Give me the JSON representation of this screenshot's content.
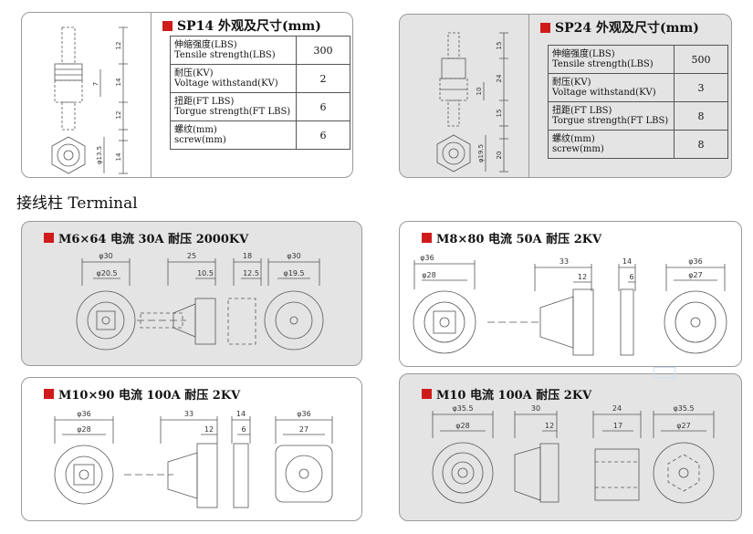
{
  "sp14": {
    "title": "SP14 外观及尺寸(mm)",
    "rows": [
      {
        "cn": "伸缩强度(LBS)",
        "en": "Tensile strength(LBS)",
        "value": "300"
      },
      {
        "cn": "耐压(KV)",
        "en": "Voltage withstand(KV)",
        "value": "2"
      },
      {
        "cn": "扭距(FT LBS)",
        "en": "Torgue strength(FT LBS)",
        "value": "6"
      },
      {
        "cn": "螺纹(mm)",
        "en": "screw(mm)",
        "value": "6"
      }
    ],
    "dims": [
      "12",
      "14",
      "7",
      "12",
      "φ13.5",
      "14"
    ]
  },
  "sp24": {
    "title": "SP24 外观及尺寸(mm)",
    "rows": [
      {
        "cn": "伸缩强度(LBS)",
        "en": "Tensile strength(LBS)",
        "value": "500"
      },
      {
        "cn": "耐压(KV)",
        "en": "Voltage withstand(KV)",
        "value": "3"
      },
      {
        "cn": "扭距(FT LBS)",
        "en": "Torgue strength(FT LBS)",
        "value": "8"
      },
      {
        "cn": "螺纹(mm)",
        "en": "screw(mm)",
        "value": "8"
      }
    ],
    "dims": [
      "15",
      "24",
      "10",
      "15",
      "φ19.5",
      "20"
    ]
  },
  "section_title": "接线柱 Terminal",
  "terminals": [
    {
      "title": "M6×64 电流 30A 耐压 2000KV",
      "dims": [
        "φ30",
        "φ20.5",
        "25",
        "10.5",
        "18",
        "12.5",
        "φ30",
        "φ19.5"
      ]
    },
    {
      "title": "M8×80 电流 50A 耐压 2KV",
      "dims": [
        "φ36",
        "φ28",
        "33",
        "12",
        "14",
        "6",
        "φ36",
        "φ27"
      ]
    },
    {
      "title": "M10×90 电流 100A 耐压 2KV",
      "dims": [
        "φ36",
        "φ28",
        "33",
        "12",
        "14",
        "6",
        "φ36",
        "27"
      ]
    },
    {
      "title": "M10 电流 100A 耐压 2KV",
      "dims": [
        "φ35.5",
        "φ28",
        "30",
        "12",
        "24",
        "17",
        "φ35.5",
        "φ27"
      ]
    }
  ]
}
